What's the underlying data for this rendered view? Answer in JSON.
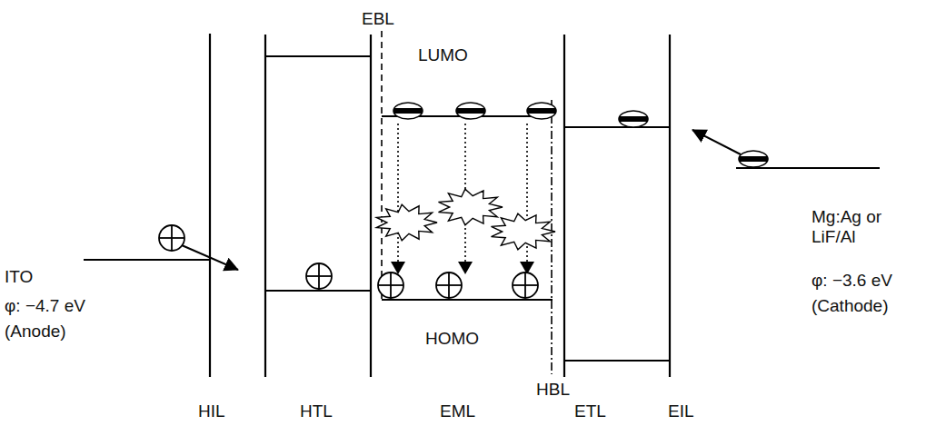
{
  "diagram": {
    "labels": [
      "EBL",
      "LUMO",
      "HOMO",
      "HBL",
      "ITO",
      "φ: −4.7 eV",
      "(Anode)",
      "Mg:Ag or LiF/Al",
      "φ: −3.6 eV",
      "(Cathode)",
      "HIL",
      "HTL",
      "EML",
      "ETL",
      "EIL"
    ]
  }
}
